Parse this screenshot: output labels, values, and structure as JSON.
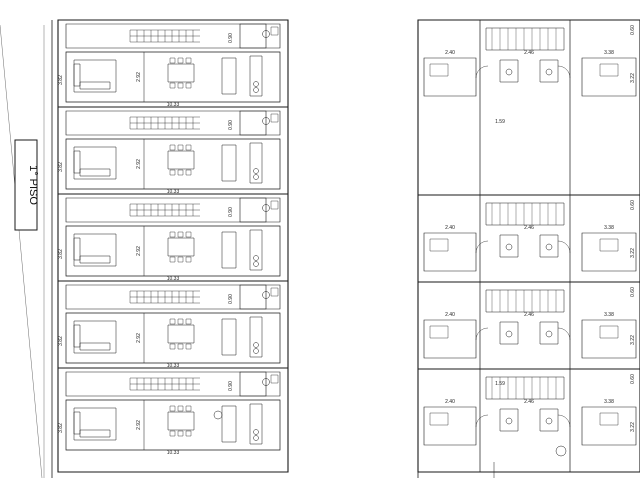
{
  "sheet": {
    "floor_label": "1° PISO"
  },
  "left_plan": {
    "units": [
      {
        "width_dim": "10.33",
        "height_dim": "3.82",
        "inner_dim": "2.92",
        "top_dim": "0.90"
      },
      {
        "width_dim": "10.33",
        "height_dim": "3.82",
        "inner_dim": "2.92",
        "top_dim": "0.90"
      },
      {
        "width_dim": "10.33",
        "height_dim": "3.82",
        "inner_dim": "2.92",
        "top_dim": "0.90"
      },
      {
        "width_dim": "10.33",
        "height_dim": "3.82",
        "inner_dim": "2.92",
        "top_dim": "0.90"
      },
      {
        "width_dim": "10.33",
        "height_dim": "3.82",
        "inner_dim": "2.92",
        "top_dim": "0.90"
      }
    ]
  },
  "right_plan": {
    "dims": {
      "bedroom_left": "2.40",
      "bath_mid": "2.46",
      "bedroom_right": "3.38",
      "narrow": "1.59",
      "height_right": "3.22",
      "edge_right": "0.60"
    }
  },
  "colors": {
    "line": "#1a1a1a",
    "light_line": "#6b6b6b",
    "background": "#ffffff"
  }
}
